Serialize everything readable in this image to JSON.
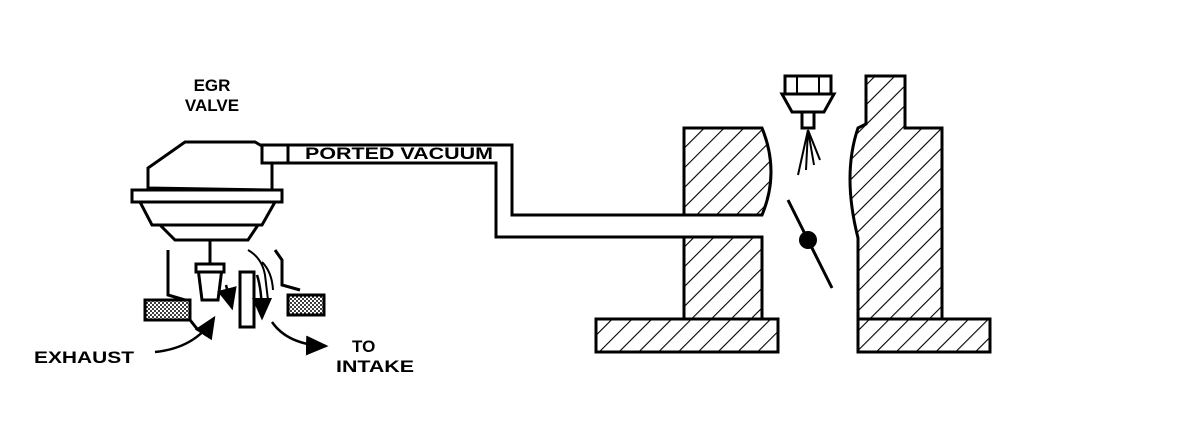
{
  "labels": {
    "egr_line1": "EGR",
    "egr_line2": "VALVE",
    "ported_vacuum": "PORTED VACUUM",
    "exhaust": "EXHAUST",
    "to_line1": "TO",
    "to_line2": "INTAKE"
  },
  "colors": {
    "ink": "#000000",
    "background": "#ffffff"
  }
}
